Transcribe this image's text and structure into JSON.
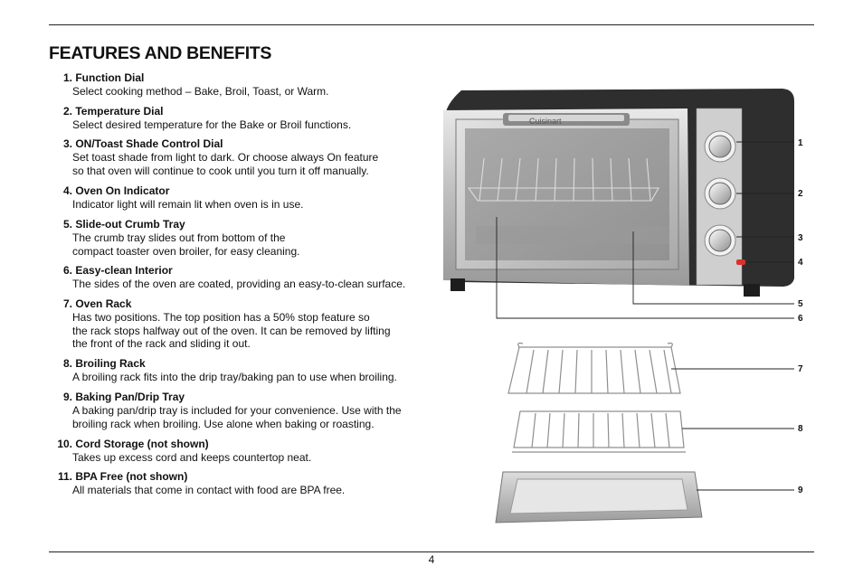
{
  "page": {
    "title": "FEATURES AND BENEFITS",
    "page_number": "4"
  },
  "features": [
    {
      "number": "1.",
      "name": "Function Dial",
      "lines": [
        "Select cooking method – Bake, Broil, Toast, or Warm."
      ]
    },
    {
      "number": "2.",
      "name": "Temperature Dial",
      "lines": [
        "Select desired temperature for the Bake or Broil functions."
      ]
    },
    {
      "number": "3.",
      "name": "ON/Toast Shade Control Dial",
      "lines": [
        "Set toast shade from light to dark. Or choose always On feature",
        "so that oven will continue to cook until you turn it off manually."
      ]
    },
    {
      "number": "4.",
      "name": "Oven On Indicator",
      "lines": [
        "Indicator light will remain lit when oven is in use."
      ]
    },
    {
      "number": "5.",
      "name": "Slide-out Crumb Tray",
      "lines": [
        "The crumb tray slides out from bottom of the",
        "compact toaster oven broiler, for easy cleaning."
      ]
    },
    {
      "number": "6.",
      "name": "Easy-clean Interior",
      "lines": [
        "The sides of the oven are coated, providing an easy-to-clean surface."
      ]
    },
    {
      "number": "7.",
      "name": "Oven Rack",
      "lines": [
        "Has two positions. The top position has a 50% stop feature so",
        "the rack stops halfway out of the oven. It can be removed by lifting",
        "the front of the rack and sliding it out."
      ]
    },
    {
      "number": "8.",
      "name": "Broiling Rack",
      "lines": [
        "A broiling rack fits into the drip tray/baking pan to use when broiling."
      ]
    },
    {
      "number": "9.",
      "name": "Baking Pan/Drip Tray",
      "lines": [
        "A baking pan/drip tray is included for your convenience. Use with the",
        "broiling rack when broiling. Use alone when baking or roasting."
      ]
    },
    {
      "number": "10.",
      "name": "Cord Storage (not shown)",
      "lines": [
        "Takes up excess cord and keeps countertop neat."
      ]
    },
    {
      "number": "11.",
      "name": "BPA Free (not shown)",
      "lines": [
        "All materials that come in contact with food are BPA free."
      ]
    }
  ],
  "figure": {
    "brand_label": "Cuisinart",
    "callouts": [
      "1",
      "2",
      "3",
      "4",
      "5",
      "6",
      "7",
      "8",
      "9"
    ]
  },
  "colors": {
    "oven_body": "#2b2b2b",
    "steel": "#c9c9c9",
    "indicator": "#d8322a"
  }
}
